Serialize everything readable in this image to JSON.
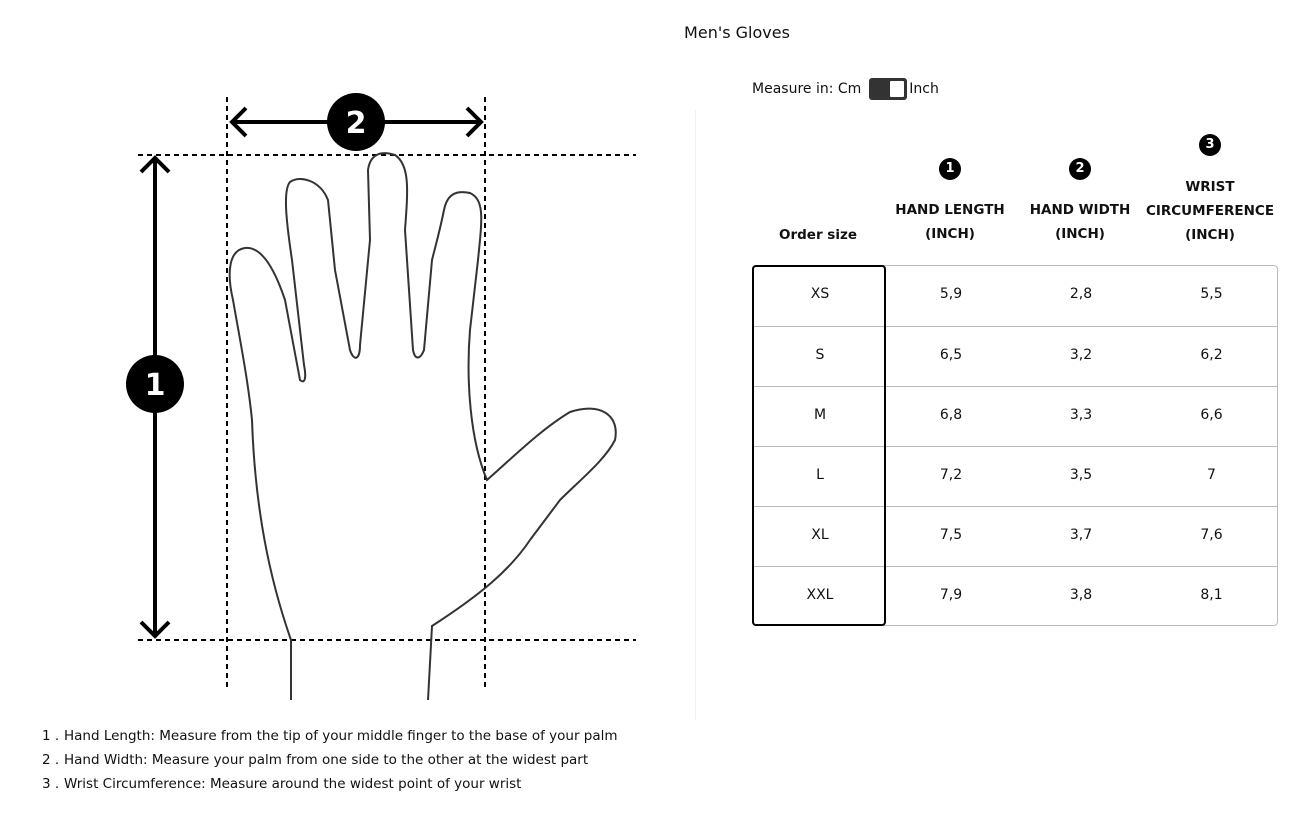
{
  "title": "Men's Gloves",
  "diagram": {
    "markers": [
      "1",
      "2"
    ]
  },
  "instructions": [
    {
      "num": "1 .",
      "text": "Hand Length: Measure from the tip of your middle finger to the base of your palm"
    },
    {
      "num": "2 .",
      "text": "Hand Width: Measure your palm from one side to the other at the widest part"
    },
    {
      "num": "3 .",
      "text": "Wrist Circumference: Measure around the widest point of your wrist"
    }
  ],
  "unit_toggle": {
    "label": "Measure in: Cm",
    "right_label": "Inch",
    "selected": "Inch"
  },
  "table": {
    "headers": [
      {
        "badge": "",
        "line1": "",
        "line2": "Order size"
      },
      {
        "badge": "1",
        "line1": "HAND LENGTH",
        "line2": "(INCH)"
      },
      {
        "badge": "2",
        "line1": "HAND WIDTH",
        "line2": "(INCH)"
      },
      {
        "badge": "3",
        "line0": "WRIST",
        "line1": "CIRCUMFERENCE",
        "line2": "(INCH)"
      }
    ],
    "rows": [
      [
        "XS",
        "5,9",
        "2,8",
        "5,5"
      ],
      [
        "S",
        "6,5",
        "3,2",
        "6,2"
      ],
      [
        "M",
        "6,8",
        "3,3",
        "6,6"
      ],
      [
        "L",
        "7,2",
        "3,5",
        "7"
      ],
      [
        "XL",
        "7,5",
        "3,7",
        "7,6"
      ],
      [
        "XXL",
        "7,9",
        "3,8",
        "8,1"
      ]
    ]
  }
}
